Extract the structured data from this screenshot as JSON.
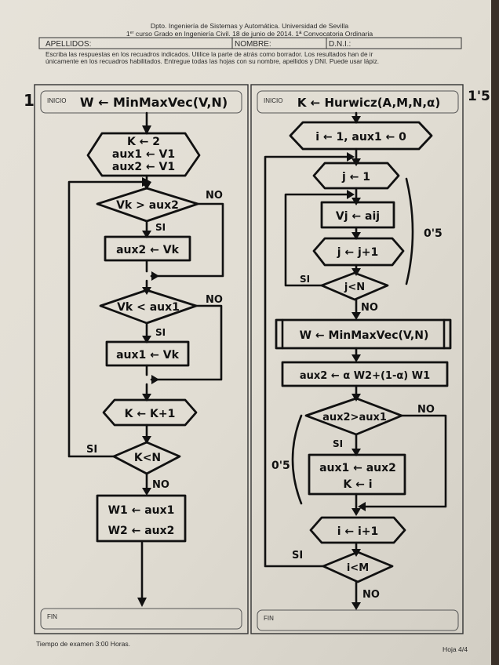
{
  "header": {
    "dept": "Dpto. Ingeniería de Sistemas y Automática. Universidad de Sevilla",
    "course_sup": "er",
    "course_num": "1",
    "course": " curso Grado en Ingeniería Civil. 18 de junio de 2014. 1ª Convocatoria Ordinaria",
    "field_apellidos": "APELLIDOS:",
    "field_nombre": "NOMBRE:",
    "field_dni": "D.N.I.:",
    "instr1": "Escriba las respuestas en los recuadros indicados. Utilice la parte de atrás como borrador. Los resultados han de ir",
    "instr2": "únicamente en los recuadros habilitados. Entregue todas las hojas con su nombre, apellidos y DNI. Puede usar lápiz."
  },
  "footer": {
    "time": "Tiempo de examen 3:00 Horas.",
    "page": "Hoja 4/4"
  },
  "marks": {
    "left_problem": "1",
    "right_score": "1'5"
  },
  "left_flow": {
    "inicio": "INICIO",
    "fin": "FIN",
    "title": "W ← MinMaxVec(V,N)",
    "init1": "K ← 2",
    "init2": "aux1 ← V1",
    "init3": "aux2 ← V1",
    "cond1": "Vk > aux2",
    "assign1": "aux2 ← Vk",
    "cond2": "Vk < aux1",
    "assign2": "aux1 ← Vk",
    "incr": "K ← K+1",
    "cond3": "K<N",
    "out1": "W1 ← aux1",
    "out2": "W2 ← aux2",
    "yes": "SI",
    "no": "NO"
  },
  "right_flow": {
    "inicio": "INICIO",
    "fin": "FIN",
    "title": "K ← Hurwicz(A,M,N,α)",
    "init": "i ← 1, aux1 ← 0",
    "j_init": "j ← 1",
    "vj": "Vj ← aij",
    "j_incr": "j ← j+1",
    "cond_j": "j<N",
    "call": "W ← MinMaxVec(V,N)",
    "aux2": "aux2 ← α W2+(1-α) W1",
    "cond_aux": "aux2>aux1",
    "assign1": "aux1 ← aux2",
    "assign2": "K ← i",
    "i_incr": "i ← i+1",
    "cond_i": "i<M",
    "yes": "SI",
    "no": "NO",
    "score1": "0'5",
    "score2": "0'5"
  }
}
